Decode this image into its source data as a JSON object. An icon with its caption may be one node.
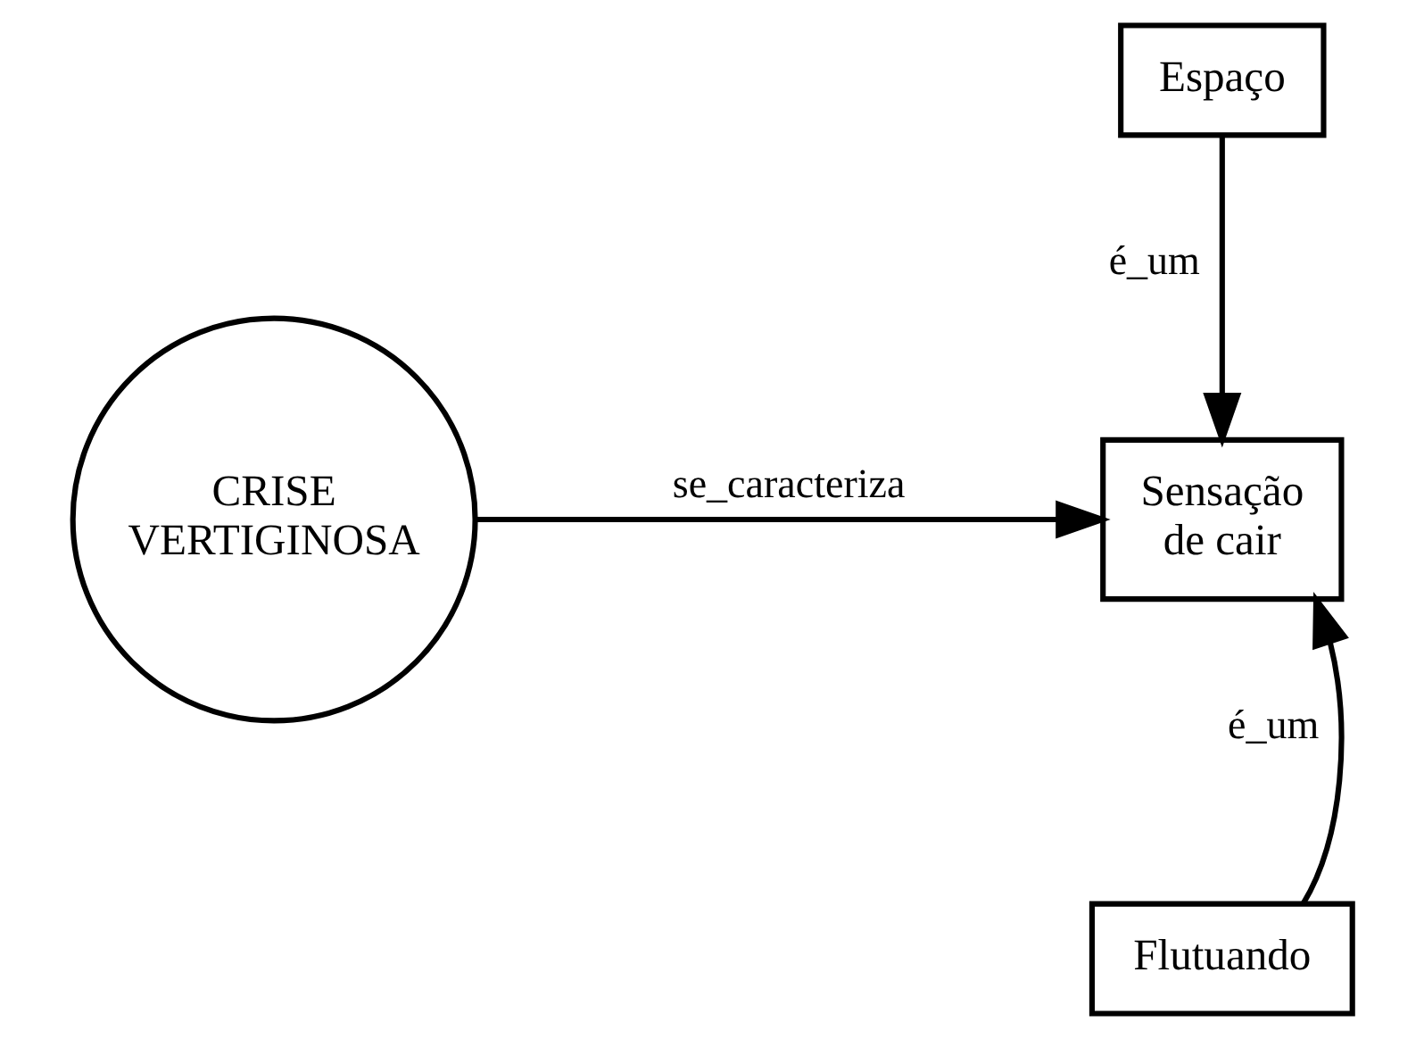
{
  "diagram": {
    "nodes": [
      {
        "text": [
          "CRISE VERTIGINOSA"
        ]
      },
      {
        "text": [
          "Espaço"
        ]
      },
      {
        "text": [
          "Sensação de cair"
        ]
      },
      {
        "text": [
          "Flutuando"
        ]
      }
    ],
    "edges": [
      {
        "from": 0,
        "to": 2,
        "arrow": "to",
        "label": "se_caracteriza"
      },
      {
        "from": 1,
        "to": 2,
        "arrow": "to",
        "label": "é_um"
      },
      {
        "from": 3,
        "to": 2,
        "arrow": "to",
        "label": "é_um"
      }
    ]
  }
}
